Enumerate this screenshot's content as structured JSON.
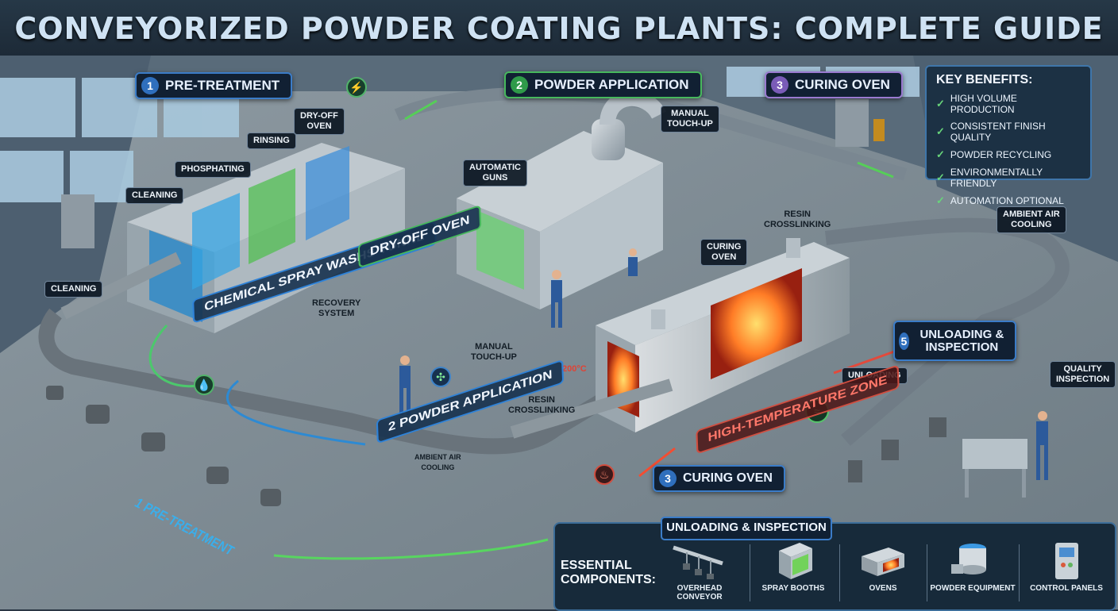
{
  "title": "CONVEYORIZED POWDER COATING PLANTS: COMPLETE GUIDE",
  "stages": [
    {
      "number": "1",
      "label": "PRE-TREATMENT"
    },
    {
      "number": "2",
      "label": "POWDER APPLICATION"
    },
    {
      "number": "3",
      "label": "CURING OVEN"
    },
    {
      "number": "5",
      "label": "UNLOADING & INSPECTION"
    }
  ],
  "labels": {
    "dry_off_oven_top": "DRY-OFF\nOVEN",
    "rinsing": "RINSING",
    "phosphating": "PHOSPHATING",
    "cleaning_upper": "CLEANING",
    "cleaning_left": "CLEANING",
    "automatic_guns": "AUTOMATIC\nGUNS",
    "manual_touchup_top": "MANUAL\nTOUCH-UP",
    "recovery_system": "RECOVERY\nSYSTEM",
    "manual_touchup_mid": "MANUAL\nTOUCH-UP",
    "resin_crosslinking_top": "RESIN\nCROSSLINKING",
    "curing_oven_small": "CURING\nOVEN",
    "resin_crosslinking_mid": "RESIN\nCROSSLINKING",
    "temperature": "200°C",
    "ambient_air_cooling_right": "AMBIENT AIR\nCOOLING",
    "ambient_air_cooling_mid": "AMBIENT AIR\nCOOLING",
    "unloading": "UNLOADING",
    "quality_inspection": "QUALITY\nINSPECTION"
  },
  "banners": {
    "chemical_tunnel": "CHEMICAL SPRAY WASHS TUNNL",
    "dry_off_oven": "DRY-OFF OVEN",
    "powder_application": "POWDER APPLICATION",
    "high_temperature": "HIGH-TEMPERATURE ZONE",
    "pre_treatment": "PRE-TREATMENT",
    "pre_treatment_num": "1",
    "powder_application_num": "2"
  },
  "curing_oven_bottom": {
    "number": "3",
    "label": "CURING OVEN"
  },
  "key_benefits": {
    "title": "KEY BENEFITS:",
    "items": [
      "HIGH VOLUME PRODUCTION",
      "CONSISTENT FINISH QUALITY",
      "POWDER RECYCLING",
      "ENVIRONMENTALLY FRIENDLY",
      "AUTOMATION OPTIONAL"
    ]
  },
  "components": {
    "heading": "UNLOADING & INSPECTION",
    "essential": "ESSENTIAL\nCOMPONENTS:",
    "items": [
      "OVERHEAD CONVEYOR",
      "SPRAY BOOTHS",
      "OVENS",
      "POWDER EQUIPMENT",
      "CONTROL PANELS"
    ]
  },
  "colors": {
    "accent_blue": "#3b7cc8",
    "accent_green": "#47b85d",
    "accent_red": "#d04e40",
    "accent_purple": "#9a7ad0"
  }
}
